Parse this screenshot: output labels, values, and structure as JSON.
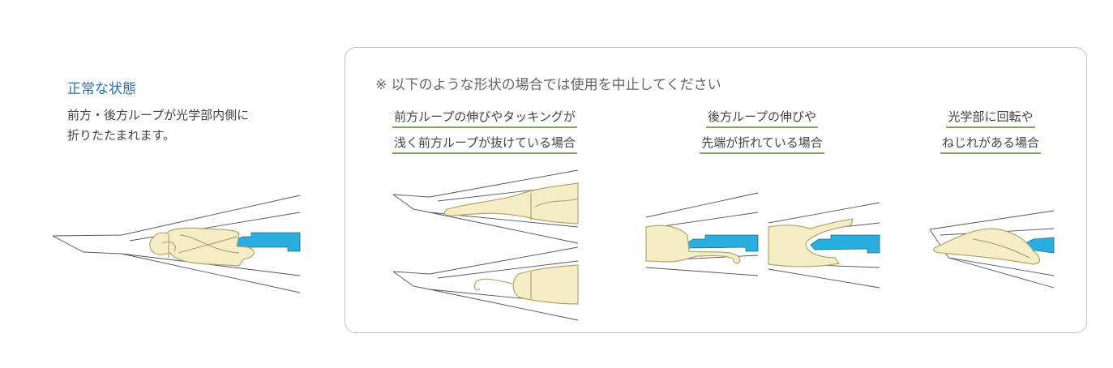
{
  "normal": {
    "title": "正常な状態",
    "desc_lines": [
      "前方・後方ループが光学部内側に",
      "折りたたまれます。"
    ]
  },
  "warning_panel": {
    "heading": "※ 以下のような形状の場合では使用を中止してください",
    "cases": [
      {
        "lines": [
          "前方ループの伸びやタッキングが",
          "浅く前方ループが抜けている場合"
        ]
      },
      {
        "lines": [
          "後方ループの伸びや",
          "先端が折れている場合"
        ]
      },
      {
        "lines": [
          "光学部に回転や",
          "ねじれがある場合"
        ]
      }
    ]
  },
  "colors": {
    "title": "#2f6db3",
    "underline": "#86a06a",
    "lens": "#f4edc6",
    "plunger": "#2aaee0"
  }
}
